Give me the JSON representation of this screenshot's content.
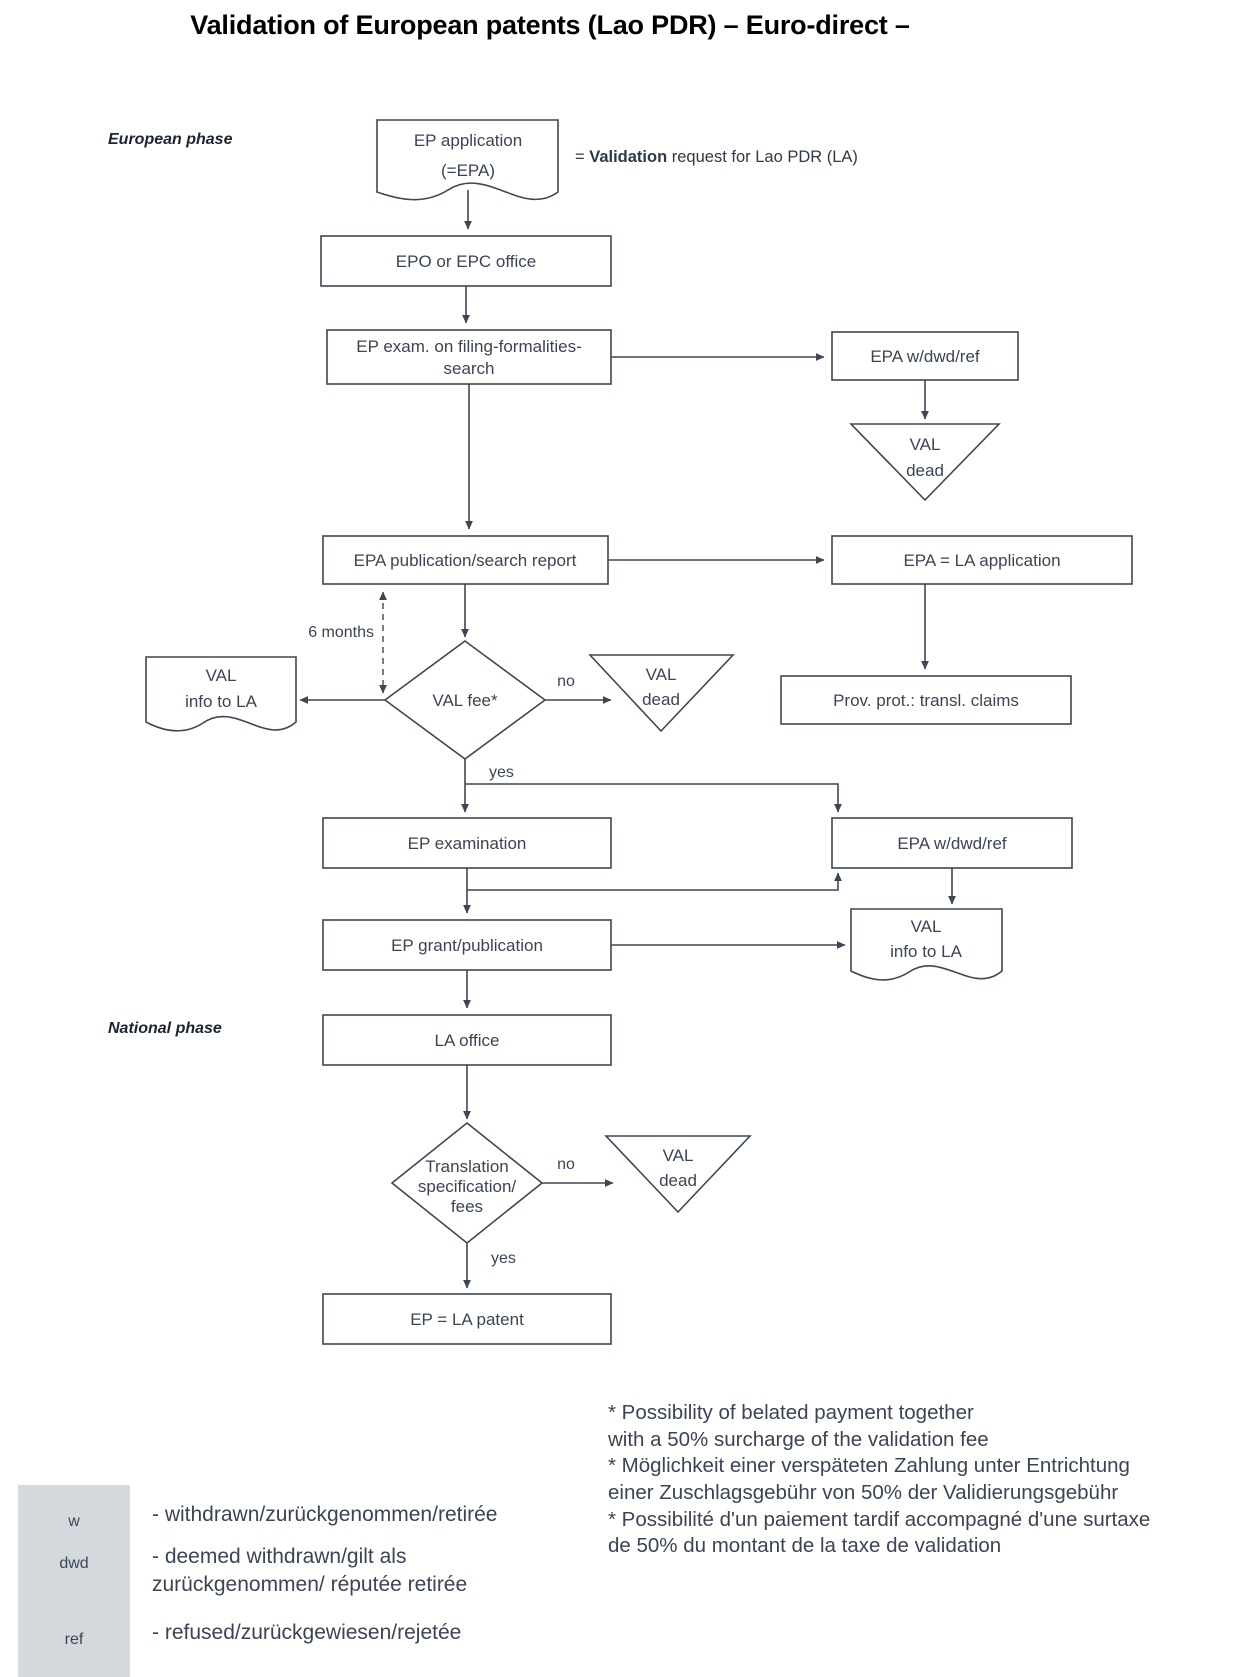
{
  "title": "Validation of European patents (Lao PDR) – Euro-direct –",
  "phases": {
    "european": "European phase",
    "national": "National phase"
  },
  "validation_note": {
    "prefix": "= ",
    "strong": "Validation",
    "rest": " request for Lao PDR (LA)"
  },
  "nodes": {
    "ep_application_line1": "EP application",
    "ep_application_line2": "(=EPA)",
    "epo_office": "EPO or EPC office",
    "ep_exam_line1": "EP exam. on filing-formalities-",
    "ep_exam_line2": "search",
    "epa_wdwdref_top": "EPA w/dwd/ref",
    "val_dead_top_line1": "VAL",
    "val_dead_top_line2": "dead",
    "epa_publication": "EPA publication/search report",
    "epa_la_application": "EPA = LA application",
    "prov_prot": "Prov. prot.: transl. claims",
    "val_info_to_la_left_line1": "VAL",
    "val_info_to_la_left_line2": "info to LA",
    "val_fee": "VAL fee*",
    "val_dead_mid_line1": "VAL",
    "val_dead_mid_line2": "dead",
    "ep_examination": "EP examination",
    "epa_wdwdref_mid": "EPA w/dwd/ref",
    "ep_grant": "EP grant/publication",
    "val_info_to_la_right_line1": "VAL",
    "val_info_to_la_right_line2": "info to LA",
    "la_office": "LA office",
    "translation_line1": "Translation",
    "translation_line2": "specification/",
    "translation_line3": "fees",
    "val_dead_bottom_line1": "VAL",
    "val_dead_bottom_line2": "dead",
    "ep_la_patent": "EP = LA patent"
  },
  "edge_labels": {
    "six_months": "6 months",
    "no_val_fee": "no",
    "yes_val_fee": "yes",
    "no_translation": "no",
    "yes_translation": "yes"
  },
  "legend": {
    "rows": [
      {
        "abbr": "w",
        "definition": "- withdrawn/zurückgenommen/retirée"
      },
      {
        "abbr": "dwd",
        "definition": "- deemed withdrawn/gilt als zurückgenommen/ réputée retirée"
      },
      {
        "abbr": "ref",
        "definition": "- refused/zurückgewiesen/rejetée"
      }
    ]
  },
  "footnotes": {
    "lines": [
      "* Possibility of belated payment together",
      "with a 50% surcharge of the validation fee",
      "* Möglichkeit einer verspäteten Zahlung unter Entrichtung",
      "einer Zuschlagsgebühr von 50% der Validierungsgebühr",
      "* Possibilité d'un paiement tardif accompagné d'une surtaxe",
      "de 50% du montant de la taxe de validation"
    ]
  },
  "colors": {
    "stroke": "#3d4756",
    "text": "#3b4455",
    "legend_bg": "#d4d9dd",
    "background": "#ffffff"
  }
}
